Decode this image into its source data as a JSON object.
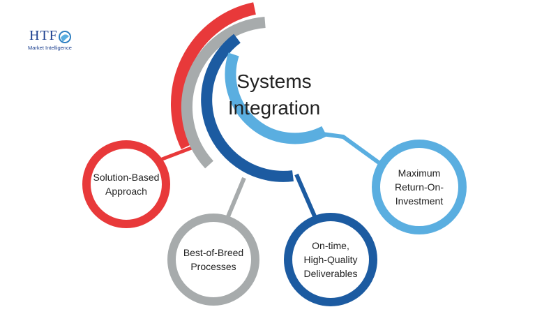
{
  "logo": {
    "mark": "HTF",
    "subtitle": "Market Intelligence"
  },
  "title": {
    "line1": "Systems",
    "line2": "Integration"
  },
  "nodes": [
    {
      "id": "solution",
      "line1": "Solution-Based",
      "line2": "Approach",
      "color": "#e8393a"
    },
    {
      "id": "best",
      "line1": "Best-of-Breed",
      "line2": "Processes",
      "color": "#a7abac"
    },
    {
      "id": "ontime",
      "line1": "On-time,",
      "line2": "High-Quality",
      "line3": "Deliverables",
      "color": "#1c5ba1"
    },
    {
      "id": "roi",
      "line1": "Maximum",
      "line2": "Return-On-",
      "line3": "Investment",
      "color": "#5aaee0"
    }
  ],
  "arc_colors": {
    "red": "#e8393a",
    "gray": "#a7abac",
    "dark_blue": "#1c5ba1",
    "light_blue": "#5aaee0"
  }
}
